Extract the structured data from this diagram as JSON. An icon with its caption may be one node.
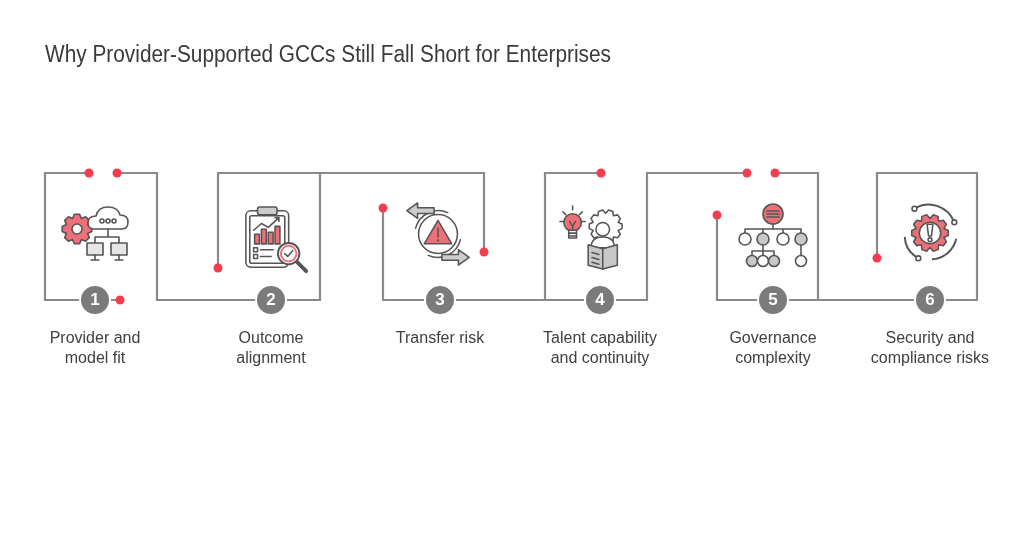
{
  "diagram": {
    "title": "Why Provider-Supported GCCs Still Fall Short for Enterprises",
    "nodes": [
      {
        "text": [
          "1"
        ],
        "beside": [
          "Provider and model fit"
        ]
      },
      {
        "text": [
          "2"
        ],
        "beside": [
          "Outcome alignment"
        ]
      },
      {
        "text": [
          "3"
        ],
        "beside": [
          "Transfer risk"
        ]
      },
      {
        "text": [
          "4"
        ],
        "beside": [
          "Talent capability and continuity"
        ]
      },
      {
        "text": [
          "5"
        ],
        "beside": [
          "Governance complexity"
        ]
      },
      {
        "text": [
          "6"
        ],
        "beside": [
          "Security and compliance risks"
        ]
      }
    ],
    "edges": [
      {
        "from": 2,
        "to": 3,
        "arrow": "none"
      },
      {
        "from": 4,
        "to": 5,
        "arrow": "none"
      }
    ]
  }
}
